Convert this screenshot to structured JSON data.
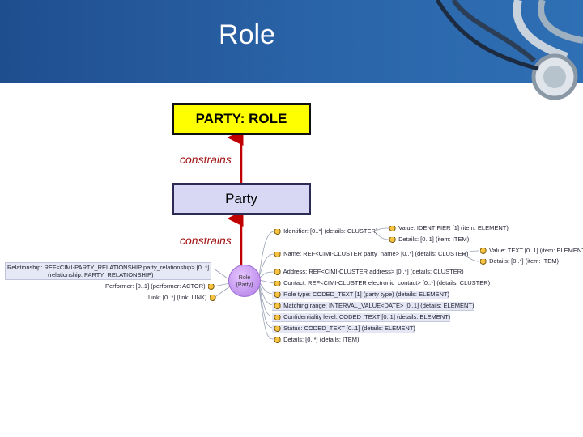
{
  "header": {
    "title": "Role"
  },
  "diagram": {
    "top_box": "PARTY: ROLE",
    "edge_label_1": "constrains",
    "middle_box": "Party",
    "edge_label_2": "constrains"
  },
  "mindmap": {
    "center_line1": "Role",
    "center_line2": "(Party)",
    "left": {
      "relationships_line1": "Relationship: REF<CIMI-PARTY_RELATIONSHIP party_relationship> [0..*]",
      "relationships_line2": "(relationship: PARTY_RELATIONSHIP)",
      "performer": "Performer: [0..1] (performer: ACTOR)",
      "link": "Link: [0..*] (link: LINK)"
    },
    "right": [
      "Identifier: [0..*] (details: CLUSTER)",
      "Name: REF<CIMI-CLUSTER party_name> [0..*] (details: CLUSTER)",
      "Address: REF<CIMI-CLUSTER address> [0..*] (details: CLUSTER)",
      "Contact: REF<CIMI-CLUSTER electronic_contact> [0..*] (details: CLUSTER)",
      "Role type: CODED_TEXT [1] (party type) (details: ELEMENT)",
      "Matching range: INTERVAL_VALUE<DATE> [0..1] (details: ELEMENT)",
      "Confidentiality level: CODED_TEXT [0..1] (details: ELEMENT)",
      "Status: CODED_TEXT [0..1] (details: ELEMENT)",
      "Details: [0..*] (details: ITEM)"
    ],
    "identifier_children": [
      "Value: IDENTIFIER [1] (item: ELEMENT)",
      "Details: [0..1] (item: ITEM)"
    ],
    "name_children": [
      "Value: TEXT [0..1] (item: ELEMENT)",
      "Details: [0..*] (item: ITEM)"
    ]
  }
}
